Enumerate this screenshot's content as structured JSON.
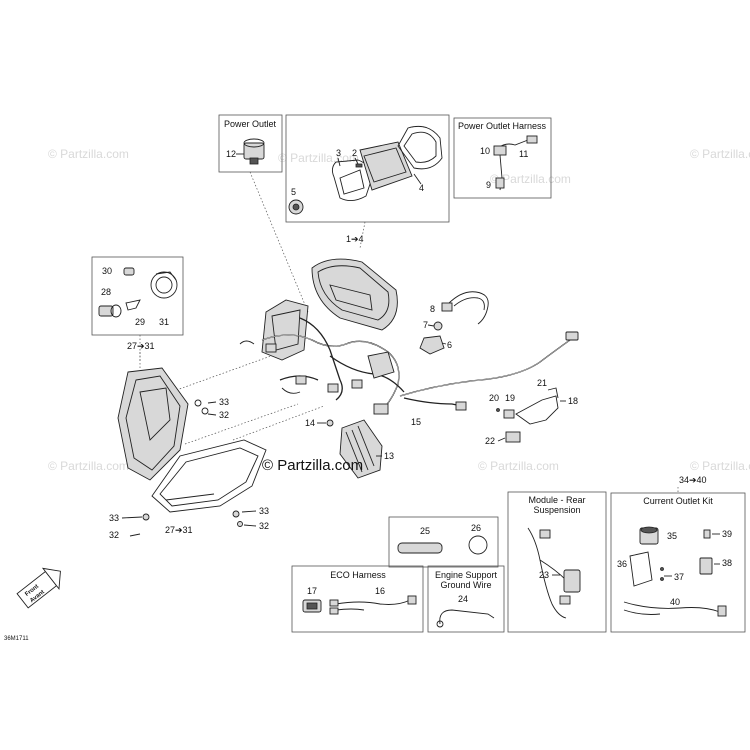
{
  "watermark": "© Partzilla.com",
  "brand": "© Partzilla.com",
  "drawing_code": "36M1711",
  "front_badge": [
    "Front",
    "Avant"
  ],
  "boxes": {
    "power_outlet": "Power Outlet",
    "power_outlet_harness": "Power Outlet Harness",
    "module_rear": [
      "Module - Rear",
      "Suspension"
    ],
    "current_outlet_kit": "Current Outlet Kit",
    "eco_harness": "ECO Harness",
    "engine_support": [
      "Engine Support",
      "Ground Wire"
    ]
  },
  "labels": {
    "l1": "1➔4",
    "l2": "2",
    "l3": "3",
    "l4": "4",
    "l5": "5",
    "l6": "6",
    "l7": "7",
    "l8": "8",
    "l9": "9",
    "l10": "10",
    "l11": "11",
    "l12": "12",
    "l13": "13",
    "l14": "14",
    "l15": "15",
    "l16": "16",
    "l17": "17",
    "l18": "18",
    "l19": "19",
    "l20": "20",
    "l21": "21",
    "l22": "22",
    "l23": "23",
    "l24": "24",
    "l25": "25",
    "l26": "26",
    "l27a": "27➔31",
    "l27b": "27➔31",
    "l28": "28",
    "l29": "29",
    "l30": "30",
    "l31": "31",
    "l32a": "32",
    "l32b": "32",
    "l32c": "32",
    "l33a": "33",
    "l33b": "33",
    "l33c": "33",
    "l34": "34➔40",
    "l35": "35",
    "l36": "36",
    "l37": "37",
    "l38": "38",
    "l39": "39",
    "l40": "40"
  },
  "colors": {
    "line": "#222222",
    "box": "#555555",
    "watermark": "#d9d9d9"
  }
}
